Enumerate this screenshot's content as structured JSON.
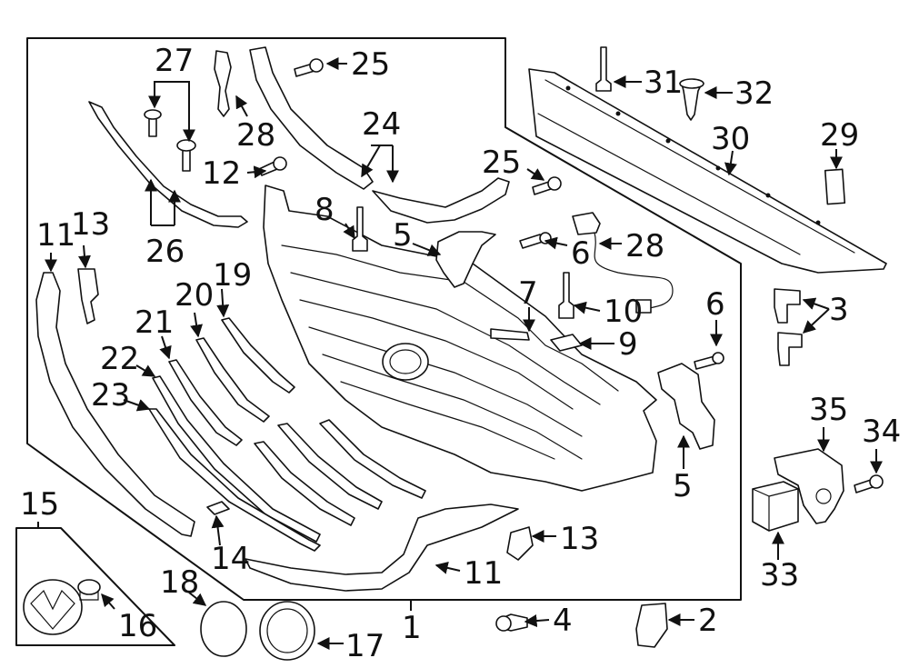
{
  "diagram": {
    "labels": {
      "l1": "1",
      "l2": "2",
      "l3": "3",
      "l4": "4",
      "l5a": "5",
      "l5b": "5",
      "l6a": "6",
      "l6b": "6",
      "l7": "7",
      "l8": "8",
      "l9": "9",
      "l10": "10",
      "l11a": "11",
      "l11b": "11",
      "l12": "12",
      "l13a": "13",
      "l13b": "13",
      "l14": "14",
      "l15": "15",
      "l16": "16",
      "l17": "17",
      "l18": "18",
      "l19": "19",
      "l20": "20",
      "l21": "21",
      "l22": "22",
      "l23": "23",
      "l24": "24",
      "l25a": "25",
      "l25b": "25",
      "l26": "26",
      "l27": "27",
      "l28a": "28",
      "l28b": "28",
      "l29": "29",
      "l30": "30",
      "l31": "31",
      "l32": "32",
      "l33": "33",
      "l34": "34",
      "l35": "35"
    }
  }
}
